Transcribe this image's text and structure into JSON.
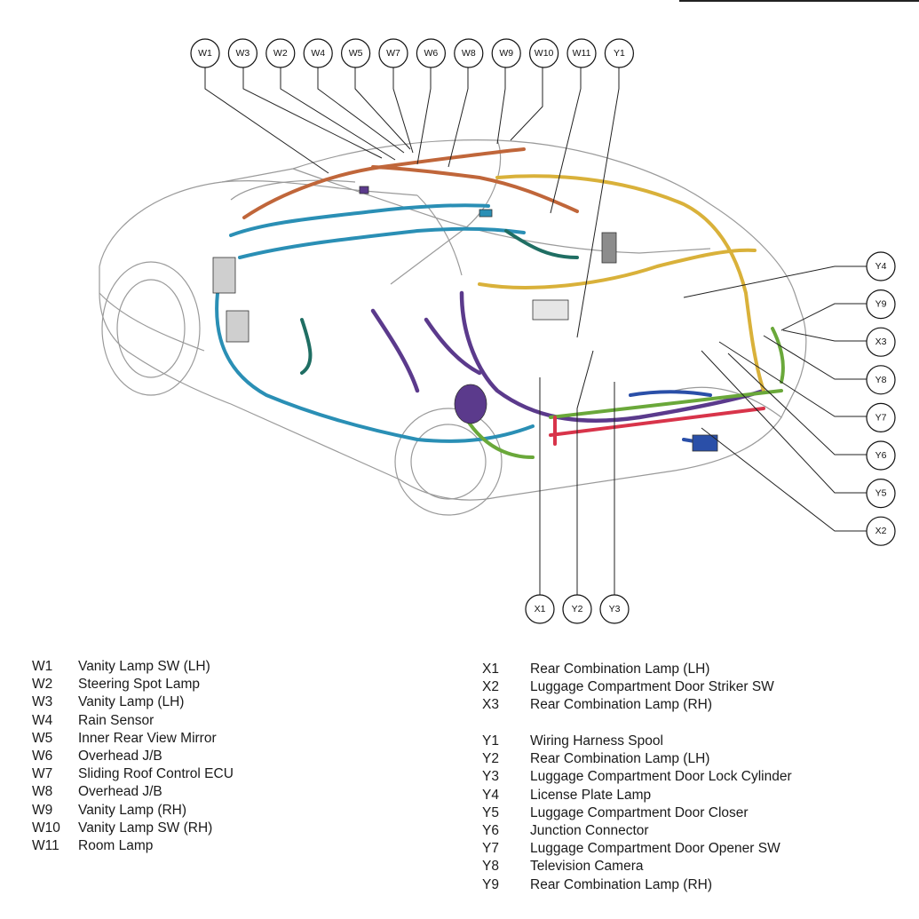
{
  "callouts_top": [
    "W1",
    "W3",
    "W2",
    "W4",
    "W5",
    "W7",
    "W6",
    "W8",
    "W9",
    "W10",
    "W11",
    "Y1"
  ],
  "callouts_right": [
    "Y4",
    "Y9",
    "X3",
    "Y8",
    "Y7",
    "Y6",
    "Y5",
    "X2"
  ],
  "callouts_bottom": [
    "X1",
    "Y2",
    "Y3"
  ],
  "legend": {
    "left": [
      {
        "code": "W1",
        "name": "Vanity Lamp SW (LH)"
      },
      {
        "code": "W2",
        "name": "Steering Spot Lamp"
      },
      {
        "code": "W3",
        "name": "Vanity Lamp (LH)"
      },
      {
        "code": "W4",
        "name": "Rain Sensor"
      },
      {
        "code": "W5",
        "name": "Inner Rear View Mirror"
      },
      {
        "code": "W6",
        "name": "Overhead J/B"
      },
      {
        "code": "W7",
        "name": "Sliding Roof Control ECU"
      },
      {
        "code": "W8",
        "name": "Overhead J/B"
      },
      {
        "code": "W9",
        "name": "Vanity Lamp (RH)"
      },
      {
        "code": "W10",
        "name": "Vanity Lamp SW (RH)"
      },
      {
        "code": "W11",
        "name": "Room Lamp"
      }
    ],
    "right_x": [
      {
        "code": "X1",
        "name": "Rear Combination Lamp (LH)"
      },
      {
        "code": "X2",
        "name": "Luggage Compartment Door Striker SW"
      },
      {
        "code": "X3",
        "name": "Rear Combination Lamp (RH)"
      }
    ],
    "right_y": [
      {
        "code": "Y1",
        "name": "Wiring Harness Spool"
      },
      {
        "code": "Y2",
        "name": "Rear Combination Lamp (LH)"
      },
      {
        "code": "Y3",
        "name": "Luggage Compartment Door Lock Cylinder"
      },
      {
        "code": "Y4",
        "name": "License Plate Lamp"
      },
      {
        "code": "Y5",
        "name": "Luggage Compartment Door Closer"
      },
      {
        "code": "Y6",
        "name": "Junction Connector"
      },
      {
        "code": "Y7",
        "name": "Luggage Compartment Door Opener SW"
      },
      {
        "code": "Y8",
        "name": "Television Camera"
      },
      {
        "code": "Y9",
        "name": "Rear Combination Lamp (RH)"
      }
    ]
  },
  "harness_colors": {
    "roof": "#c0663a",
    "cyan": "#2a8fb5",
    "purple": "#5b3a8c",
    "yellow": "#d9b13a",
    "green": "#6aa83a",
    "red": "#d8344a",
    "blue": "#2a4fa8",
    "teal": "#1f6e63"
  }
}
